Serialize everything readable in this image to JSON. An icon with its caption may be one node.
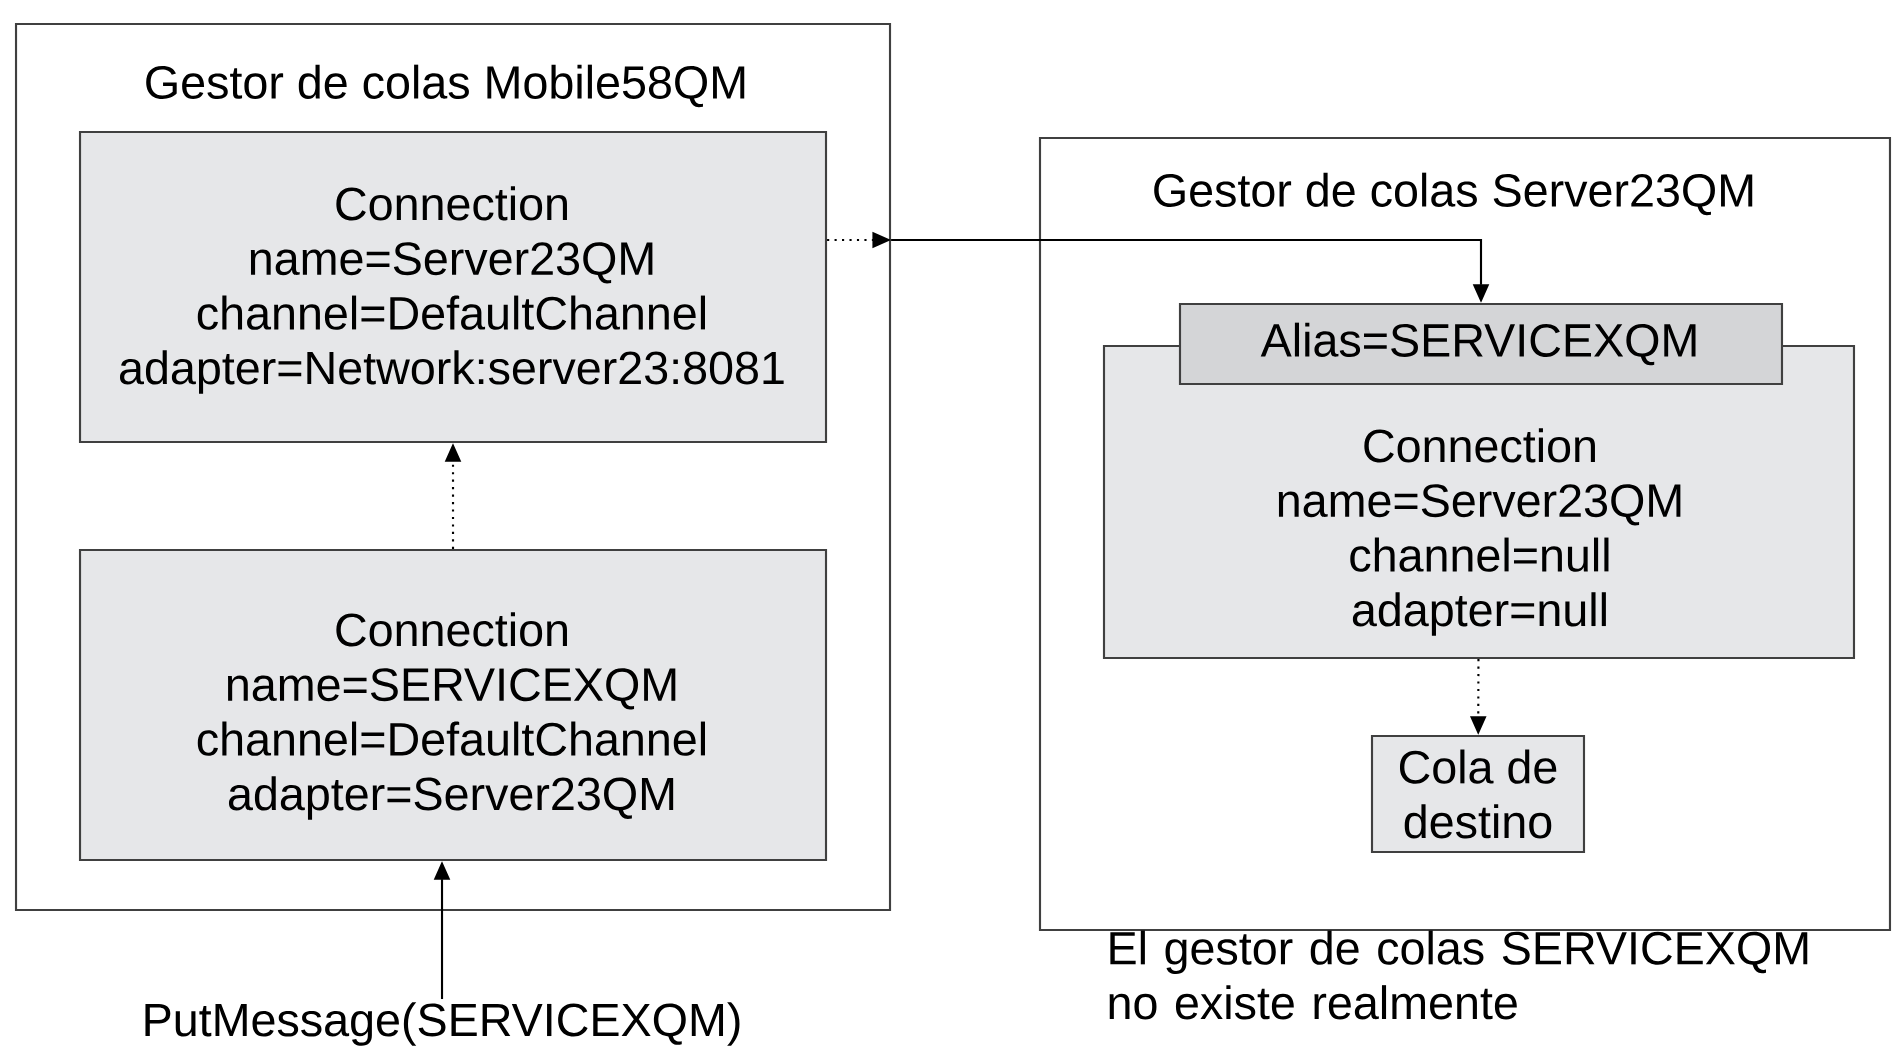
{
  "diagram": {
    "nodes": [
      {
        "text": [
          "Gestor de colas Mobile58QM"
        ]
      },
      {
        "text": [
          "Connection",
          "name=Server23QM",
          "channel=DefaultChannel",
          "adapter=Network:server23:8081"
        ],
        "in": 0
      },
      {
        "text": [
          "Connection",
          "name=SERVICEXQM",
          "channel=DefaultChannel",
          "adapter=Server23QM"
        ],
        "in": 0
      },
      {
        "text": [
          "Gestor de colas Server23QM"
        ]
      },
      {
        "text": [
          "Alias=SERVICEXQM"
        ],
        "in": 3
      },
      {
        "text": [
          "Connection",
          "name=Server23QM",
          "channel=null",
          "adapter=null"
        ],
        "in": 3
      },
      {
        "text": [
          "Cola de destino"
        ],
        "in": 3
      },
      {
        "text": [
          "PutMessage(SERVICEXQM)"
        ]
      }
    ],
    "edges": [
      {
        "from": 7,
        "to": 2,
        "arrow": "to"
      },
      {
        "from": 2,
        "to": 1,
        "arrow": "to",
        "style": "dashed"
      },
      {
        "from": 1,
        "to": 0,
        "arrow": "to",
        "style": "dashed"
      },
      {
        "from": 0,
        "to": 4,
        "arrow": "to"
      },
      {
        "from": 5,
        "to": 6,
        "arrow": "to",
        "style": "dashed"
      }
    ],
    "labels": [
      "El gestor de colas SERVICEXQM no existe realmente"
    ]
  }
}
